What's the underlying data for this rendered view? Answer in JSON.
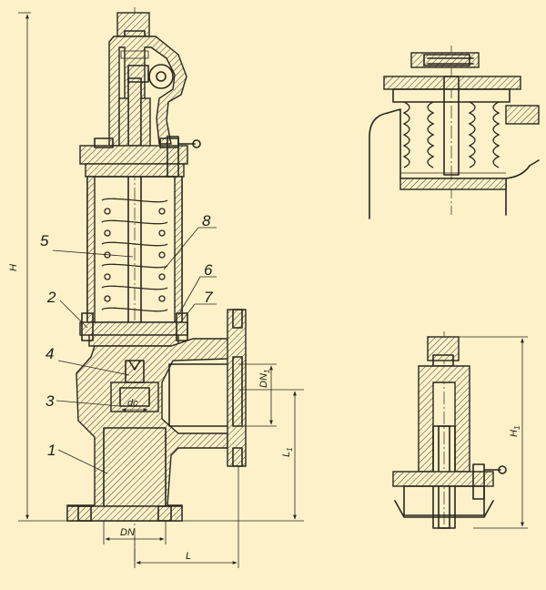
{
  "part_labels": [
    "1",
    "2",
    "3",
    "4",
    "5",
    "6",
    "7",
    "8"
  ],
  "dimensions": {
    "H": "H",
    "H1": "H",
    "H1_sub": "1",
    "L": "L",
    "L1": "L",
    "L1_sub": "1",
    "DN": "DN",
    "DN1": "DN",
    "DN1_sub": "1",
    "dc": "dc"
  }
}
